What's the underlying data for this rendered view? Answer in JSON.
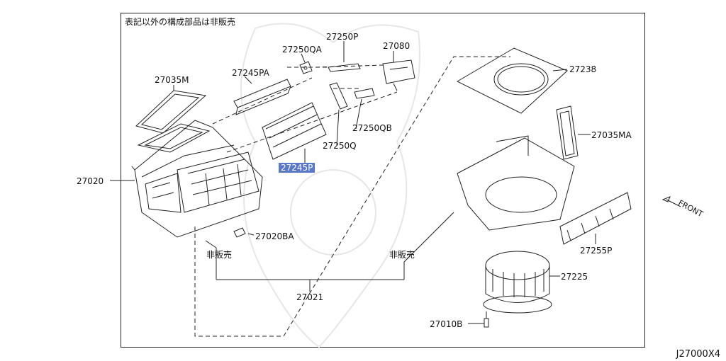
{
  "header_note": "表記以外の構成部品は非販売",
  "diagram_id": "J27000X4",
  "front_label": "FRONT",
  "not_sold_labels": [
    "非販売",
    "非販売"
  ],
  "parts": {
    "p27020": "27020",
    "p27035M": "27035M",
    "p27245PA": "27245PA",
    "p27250QA": "27250QA",
    "p27250P": "27250P",
    "p27080": "27080",
    "p27250QB": "27250QB",
    "p27250Q": "27250Q",
    "p27245P": "27245P",
    "p27020BA": "27020BA",
    "p27021": "27021",
    "p27238": "27238",
    "p27035MA": "27035MA",
    "p27255P": "27255P",
    "p27225": "27225",
    "p27010B": "27010B"
  },
  "highlight_color": "#5a78c8"
}
